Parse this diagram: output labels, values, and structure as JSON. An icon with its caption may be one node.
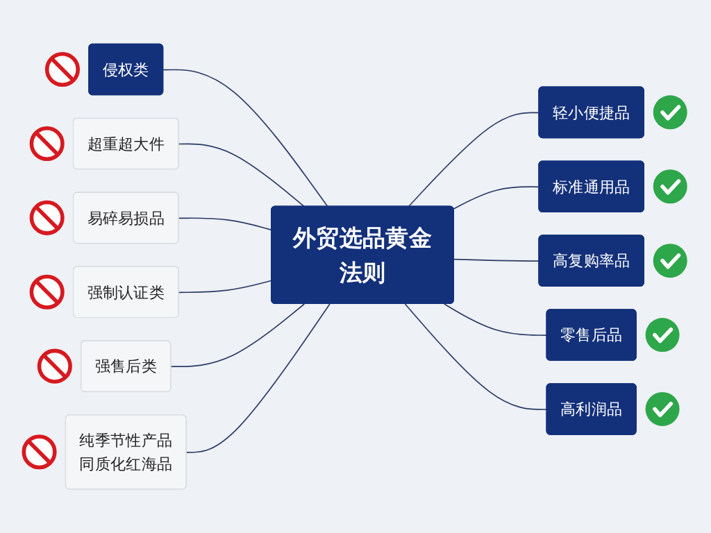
{
  "diagram": {
    "nodes": [
      {
        "text": [
          "外贸选品黄金法则"
        ]
      },
      {
        "text": [
          "侵权类"
        ]
      },
      {
        "text": [
          "超重超大件"
        ]
      },
      {
        "text": [
          "易碎易损品"
        ]
      },
      {
        "text": [
          "强制认证类"
        ]
      },
      {
        "text": [
          "强售后类"
        ]
      },
      {
        "text": [
          "纯季节性产品",
          "同质化红海品"
        ]
      },
      {
        "text": [
          "轻小便捷品"
        ]
      },
      {
        "text": [
          "标准通用品"
        ]
      },
      {
        "text": [
          "高复购率品"
        ]
      },
      {
        "text": [
          "零售后品"
        ]
      },
      {
        "text": [
          "高利润品"
        ]
      }
    ],
    "edges": [
      {
        "from": 1,
        "to": 0,
        "arrow": "none"
      },
      {
        "from": 2,
        "to": 0,
        "arrow": "none"
      },
      {
        "from": 3,
        "to": 0,
        "arrow": "none"
      },
      {
        "from": 4,
        "to": 0,
        "arrow": "none"
      },
      {
        "from": 5,
        "to": 0,
        "arrow": "none"
      },
      {
        "from": 6,
        "to": 0,
        "arrow": "none"
      },
      {
        "from": 0,
        "to": 7,
        "arrow": "none"
      },
      {
        "from": 0,
        "to": 8,
        "arrow": "none"
      },
      {
        "from": 0,
        "to": 9,
        "arrow": "none"
      },
      {
        "from": 0,
        "to": 10,
        "arrow": "none"
      },
      {
        "from": 0,
        "to": 11,
        "arrow": "none"
      }
    ]
  }
}
